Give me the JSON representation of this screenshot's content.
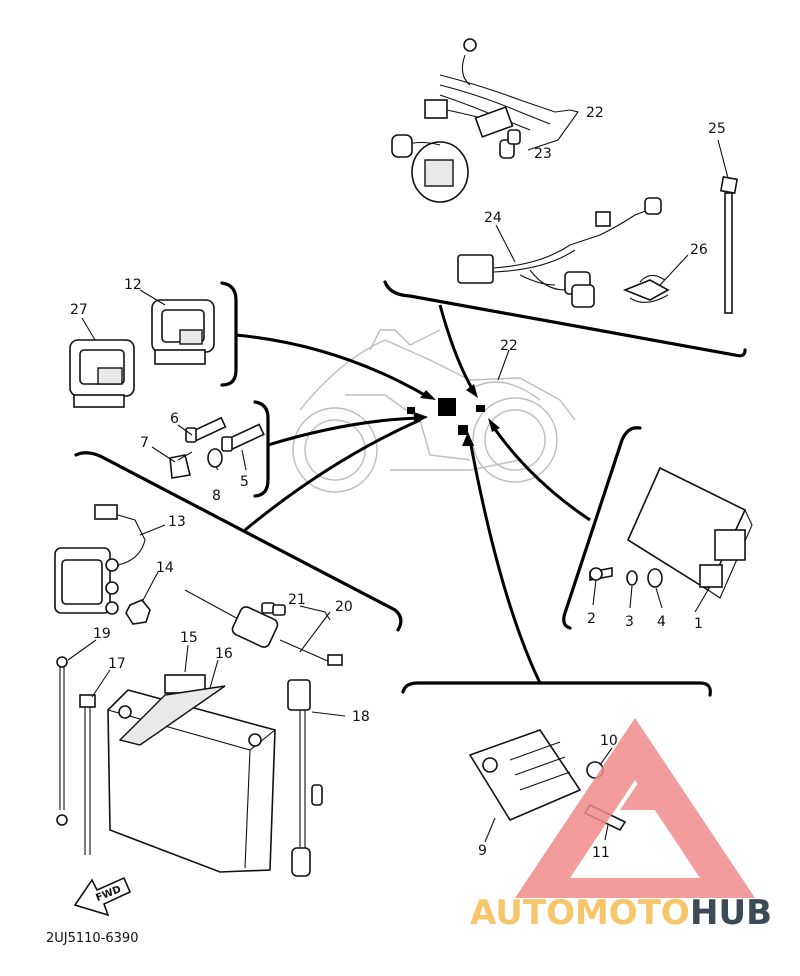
{
  "diagram": {
    "doc_code": "2UJ5110-6390",
    "fwd_label": "FWD",
    "callouts": {
      "c1": "1",
      "c2": "2",
      "c3": "3",
      "c4": "4",
      "c5": "5",
      "c6": "6",
      "c7": "7",
      "c8": "8",
      "c9": "9",
      "c10": "10",
      "c11": "11",
      "c12": "12",
      "c13": "13",
      "c14": "14",
      "c15": "15",
      "c16": "16",
      "c17": "17",
      "c18": "18",
      "c19": "19",
      "c20": "20",
      "c21": "21",
      "c22a": "22",
      "c22b": "22",
      "c23": "23",
      "c24": "24",
      "c25": "25",
      "c26": "26",
      "c27": "27"
    }
  },
  "watermark": {
    "text_auto": "AUTOMOTO",
    "text_hub": "HUB",
    "colors": {
      "triangle": "#f08b8b",
      "auto": "#f7c66b",
      "hub": "#3c4a55"
    }
  }
}
